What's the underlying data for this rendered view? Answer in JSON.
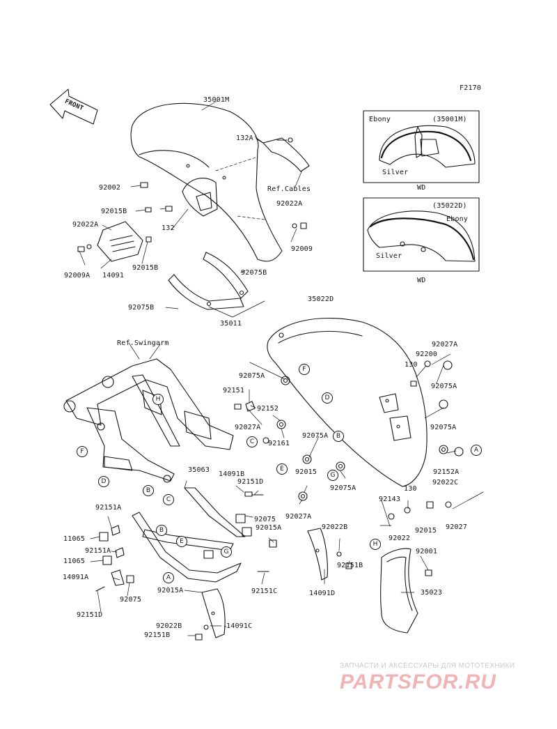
{
  "diagram": {
    "code": "F2170",
    "front_arrow": "FRONT",
    "inset_top": {
      "ebony": "Ebony",
      "part": "(35001M)",
      "silver": "Silver",
      "wd": "WD"
    },
    "inset_bottom": {
      "part": "(35022D)",
      "ebony": "Ebony",
      "silver": "Silver",
      "wd": "WD"
    },
    "refs": {
      "swingarm": "Ref.Swingarm",
      "cables": "Ref.Cables"
    },
    "parts": {
      "p35001M": "35001M",
      "p132A": "132A",
      "p92002": "92002",
      "p92022A_r": "92022A",
      "p92015B_a": "92015B",
      "p92022A_l": "92022A",
      "p132": "132",
      "p92009": "92009",
      "p92009A": "92009A",
      "p14091": "14091",
      "p92015B_b": "92015B",
      "p92075B_a": "92075B",
      "p92075B_b": "92075B",
      "p35011": "35011",
      "p35022D": "35022D",
      "p92027A_a": "92027A",
      "p92200": "92200",
      "p130_a": "130",
      "p92075A_a": "92075A",
      "p92151": "92151",
      "p92075A_b": "92075A",
      "p92152": "92152",
      "p92027A_b": "92027A",
      "p92075A_c": "92075A",
      "p92161": "92161",
      "p92075A_d": "92075A",
      "p92152A": "92152A",
      "p92015_a": "92015",
      "p92075A_e": "92075A",
      "p92022C": "92022C",
      "p35063": "35063",
      "p14091B": "14091B",
      "p92151D_a": "92151D",
      "p130_b": "130",
      "p92143": "92143",
      "p92027A_c": "92027A",
      "p92022": "92022",
      "p92015_b": "92015",
      "p92027": "92027",
      "p92151A_a": "92151A",
      "p92075_a": "92075",
      "p92015A_a": "92015A",
      "p11065_a": "11065",
      "p92022B_a": "92022B",
      "p92001": "92001",
      "p92151A_b": "92151A",
      "p92151B_a": "92151B",
      "p11065_b": "11065",
      "p14091A": "14091A",
      "p14091D": "14091D",
      "p35023": "35023",
      "p92075_b": "92075",
      "p92015A_b": "92015A",
      "p92151C": "92151C",
      "p92151D_b": "92151D",
      "p92022B_b": "92022B",
      "p14091C": "14091C",
      "p92151B_b": "92151B"
    },
    "callouts": [
      "A",
      "B",
      "C",
      "D",
      "E",
      "F",
      "G",
      "H"
    ]
  },
  "watermark": {
    "subtitle": "ЗАПЧАСТИ И АКСЕССУАРЫ ДЛЯ МОТОТЕХНИКИ",
    "logo": "PARTSFOR.RU"
  }
}
